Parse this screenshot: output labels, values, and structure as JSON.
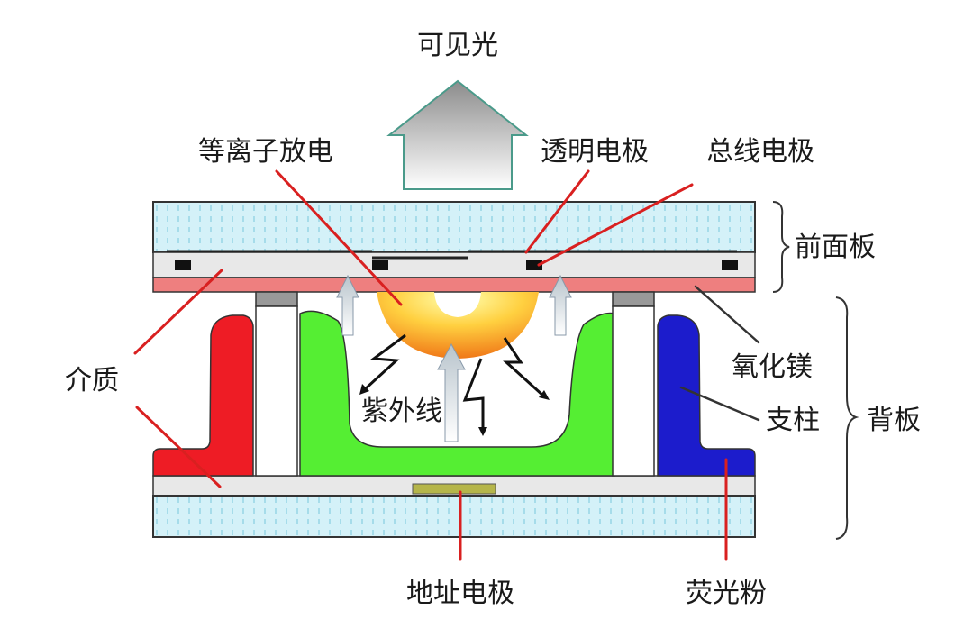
{
  "labels": {
    "visible_light": "可见光",
    "plasma_discharge": "等离子放电",
    "transparent_electrode": "透明电极",
    "bus_electrode": "总线电极",
    "front_panel": "前面板",
    "dielectric": "介质",
    "magnesium_oxide": "氧化镁",
    "ultraviolet": "紫外线",
    "pillar": "支柱",
    "back_panel": "背板",
    "address_electrode": "地址电极",
    "phosphor": "荧光粉"
  },
  "colors": {
    "glass": "#d4f1f8",
    "glass_stripe": "#a6dcea",
    "outline": "#333333",
    "mgo_layer": "#ee7f7f",
    "dielectric_layer": "#e8e8e8",
    "phosphor_red": "#ee1c25",
    "phosphor_green": "#55ee33",
    "phosphor_blue": "#1c1ccc",
    "pointer_line": "#d92020",
    "pillar_cap": "#999999",
    "address_electrode": "#b5b54a",
    "light_arrow_stroke": "#4a9a8a"
  }
}
